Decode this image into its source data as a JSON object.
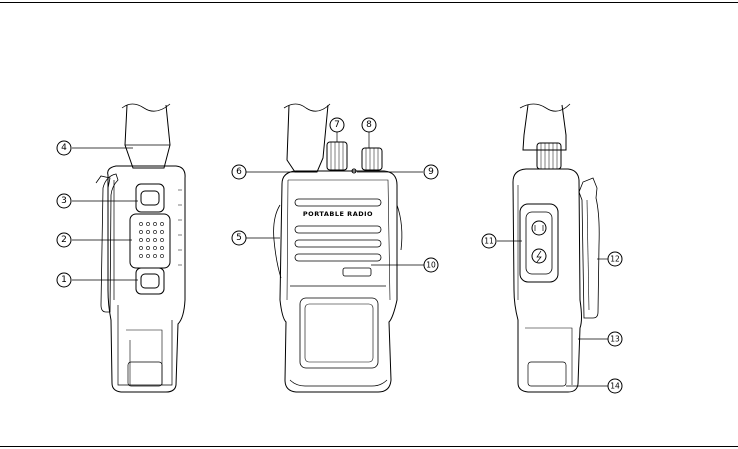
{
  "brand_text": "PORTABLE RADIO",
  "callouts": {
    "c1": "1",
    "c2": "2",
    "c3": "3",
    "c4": "4",
    "c5": "5",
    "c6": "6",
    "c7": "7",
    "c8": "8",
    "c9": "9",
    "c10": "10",
    "c11": "11",
    "c12": "12",
    "c13": "13",
    "c14": "14"
  },
  "views": [
    "left-side-view",
    "front-view",
    "right-side-view"
  ]
}
